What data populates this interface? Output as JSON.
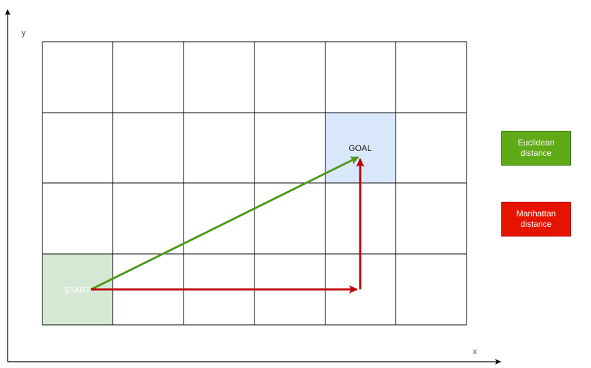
{
  "axes": {
    "x_label": "x",
    "y_label": "y"
  },
  "grid": {
    "columns": 6,
    "rows": 4,
    "start_cell": {
      "col": 0,
      "row": 3
    },
    "goal_cell": {
      "col": 4,
      "row": 1
    }
  },
  "cells": {
    "start_label": "START",
    "goal_label": "GOAL"
  },
  "legend": {
    "euclidean": "Euclidean distance",
    "manhattan": "Manhattan distance"
  },
  "colors": {
    "euclidean": "#4d9a17",
    "manhattan": "#c00000",
    "start_fill": "#d5e8d4",
    "goal_fill": "#dae8fc",
    "legend_euclidean": "#60a917",
    "legend_manhattan": "#e51400"
  }
}
